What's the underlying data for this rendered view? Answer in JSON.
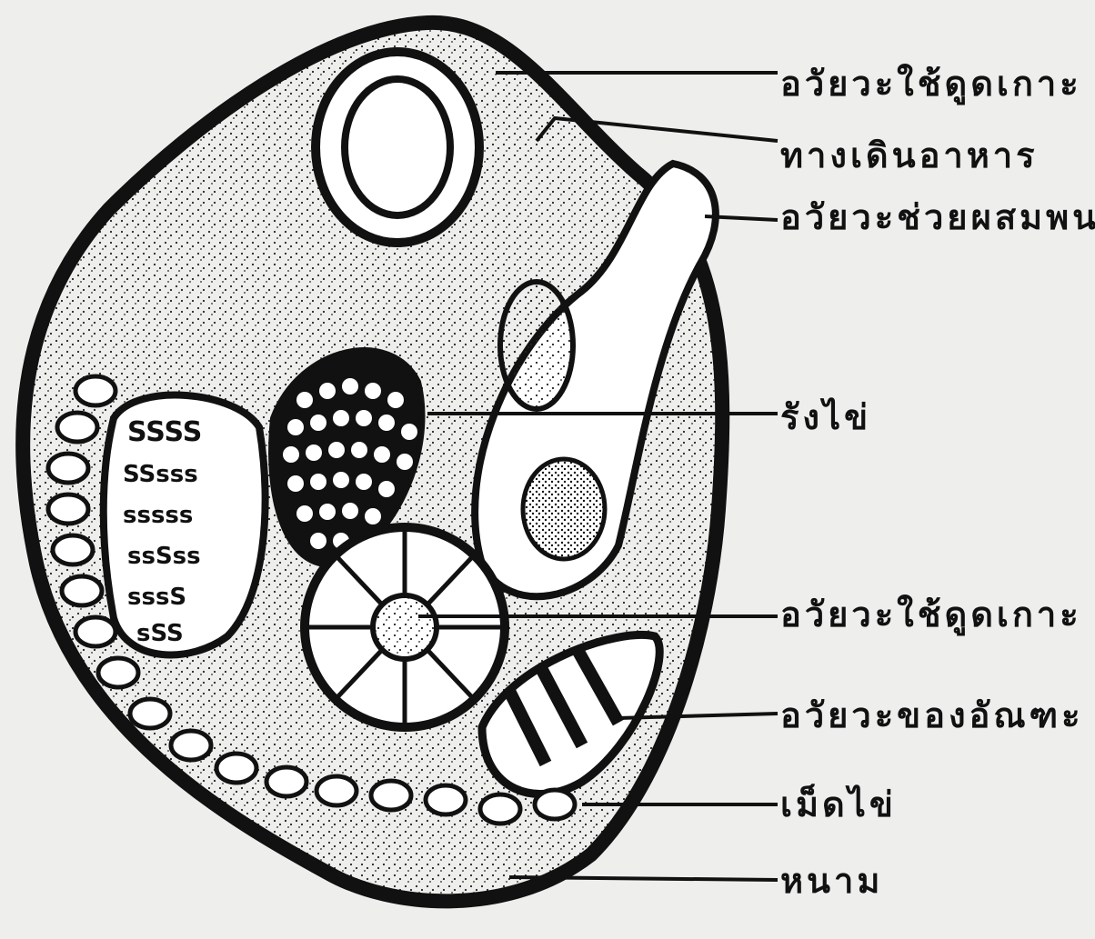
{
  "labels": [
    "อวัยวะใช้ดูดเกาะ",
    "ทางเดินอาหาร",
    "อวัยวะช่วยผสมพนธุ์",
    "รังไข่",
    "อวัยวะใช้ดูดเกาะ",
    "อวัยวะของอัณฑะ",
    "เม็ดไข่",
    "หนาม"
  ],
  "colors": {
    "ink": "#111111",
    "paper": "#eeeeec",
    "body_fill": "#f5f5f2"
  }
}
